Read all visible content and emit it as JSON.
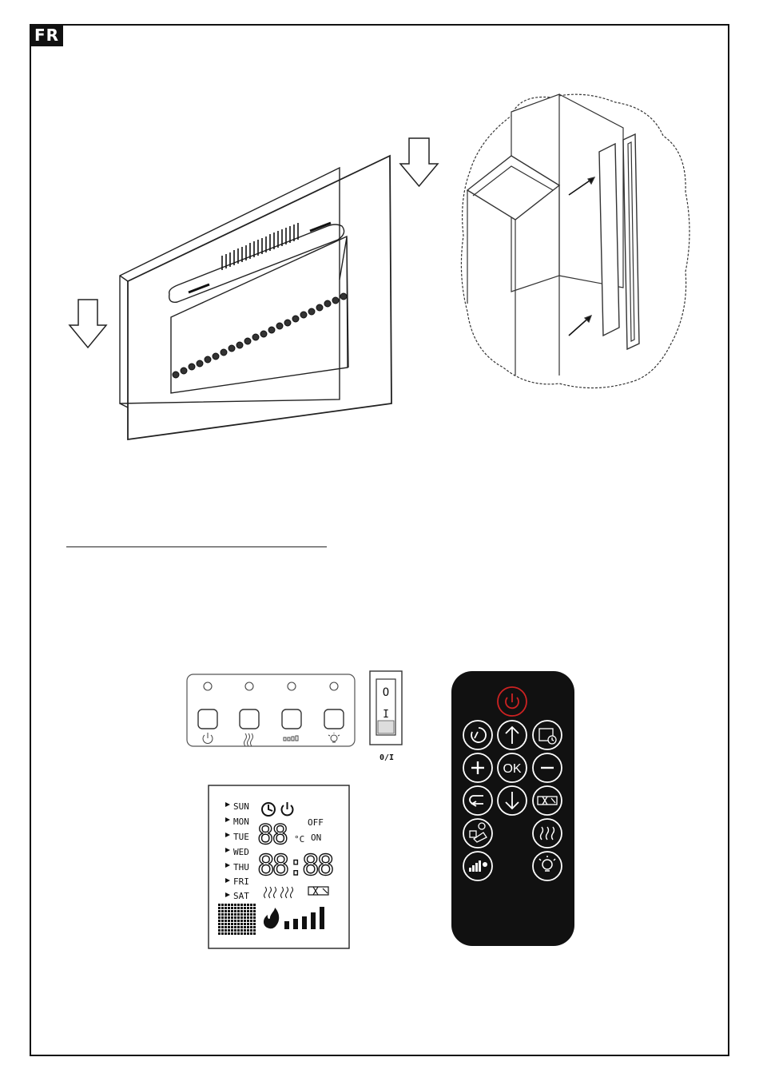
{
  "page": {
    "language_badge": "FR"
  },
  "control_panel": {
    "switch_label": "0/I",
    "switch_off_symbol": "O",
    "switch_on_symbol": "I",
    "button_icons": [
      "power-icon",
      "heat-waves-icon",
      "flame-level-icon",
      "light-bulb-icon"
    ]
  },
  "lcd": {
    "days": [
      "SUN",
      "MON",
      "TUE",
      "WED",
      "THU",
      "FRI",
      "SAT"
    ],
    "temp_digits": "88",
    "temp_unit": "°C",
    "off_label": "OFF",
    "on_label": "ON",
    "clock_digits": "88:88",
    "icons": [
      "timer-icon",
      "power-icon",
      "heat-waves-icon",
      "fan-icon",
      "flame-icon",
      "level-bars-icon",
      "dot-matrix-icon"
    ]
  },
  "remote": {
    "ok_label": "OK",
    "accent_color": "#cc2222",
    "body_color": "#111111",
    "buttons": [
      "power",
      "timer",
      "up",
      "schedule",
      "plus",
      "ok",
      "minus",
      "back",
      "down",
      "fan",
      "flame-color",
      "heat",
      "flame-brightness",
      "light"
    ]
  }
}
